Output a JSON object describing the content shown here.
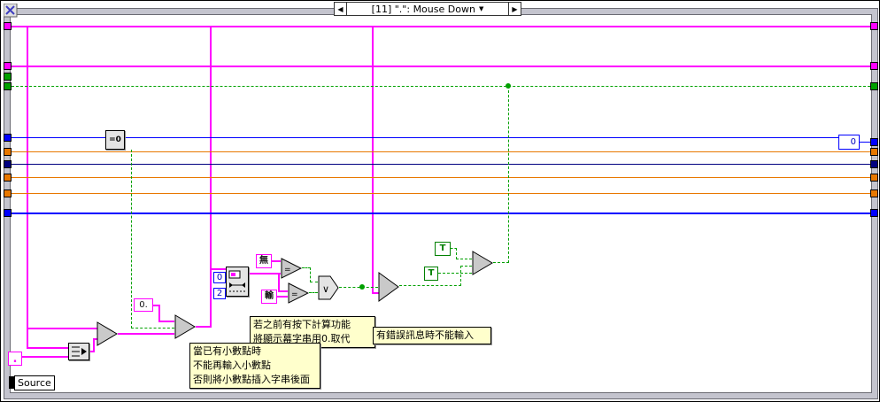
{
  "title": "LabVIEW block diagram - event structure case",
  "palette": {
    "string_wire": "#FF00FF",
    "int_wire": "#0000FF",
    "int_wire_dark": "#000080",
    "float_wire": "#E87800",
    "bool_wire": "#00A000",
    "frame": "#C4C4CE",
    "comment_bg": "#FFFFCC"
  },
  "selector": {
    "prev": "◀",
    "next": "▶",
    "dropdown": "▼",
    "label": "[11] \".\": Mouse Down"
  },
  "constants": {
    "decimal_point": ".",
    "zero_dot": "0.",
    "subset_offset": "0",
    "subset_length": "2",
    "compare_none": "無",
    "compare_input": "輸",
    "true_1": "T",
    "true_2": "T",
    "indicator_zero": "0"
  },
  "node_glyphs": {
    "equal_zero": "=0",
    "or": "∨",
    "equal": "="
  },
  "labels": {
    "source": "Source"
  },
  "comments": {
    "decimal_rule": [
      "當已有小數點時",
      "不能再輸入小數點",
      "否則將小數點插入字串後面"
    ],
    "calc_rule": [
      "若之前有按下計算功能",
      "將顯示幕字串用0.取代"
    ],
    "error_rule": [
      "有錯誤訊息時不能輸入"
    ]
  }
}
